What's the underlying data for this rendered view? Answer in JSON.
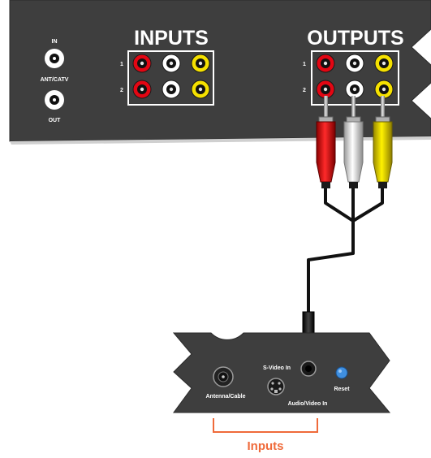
{
  "vcr_panel": {
    "ant_in_label": "IN",
    "ant_catv_label": "ANT/CATV",
    "ant_out_label": "OUT",
    "inputs_title": "INPUTS",
    "outputs_title": "OUTPUTS",
    "row_1": "1",
    "row_2": "2",
    "jack_colors": [
      "#e30613",
      "#ffffff",
      "#f5e100"
    ]
  },
  "device_panel": {
    "antenna_label": "Antenna/Cable",
    "svideo_label": "S-Video In",
    "av_label": "Audio/Video In",
    "reset_label": "Reset"
  },
  "callout": {
    "label": "Inputs",
    "color": "#ef6a3a"
  },
  "colors": {
    "panel": "#3e3e3e",
    "text": "#ffffff",
    "cable": "#111111",
    "reset_button": "#3f8fe0"
  }
}
